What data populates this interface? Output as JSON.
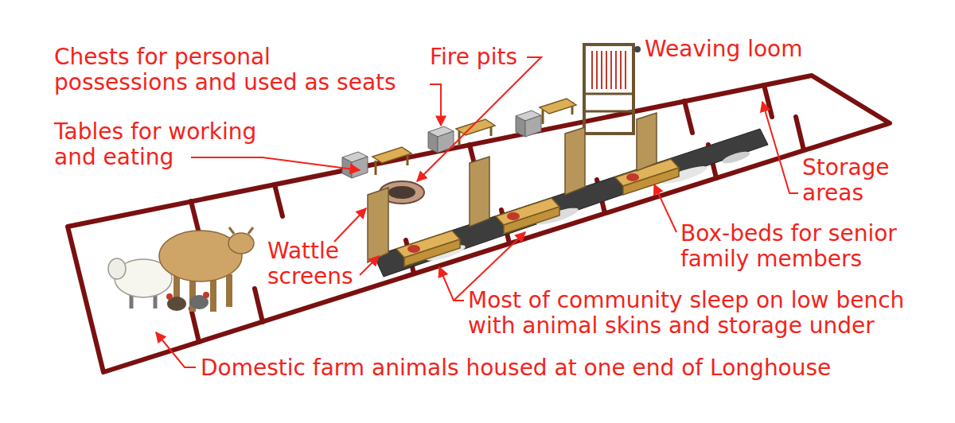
{
  "diagram": {
    "labels": [
      "Chests for personal possessions and used as seats",
      "Fire pits",
      "Weaving loom",
      "Tables for working and eating",
      "Storage areas",
      "Wattle screens",
      "Box-beds for senior family members",
      "Most of community sleep on low bench with animal skins and storage under",
      "Domestic farm animals housed at one end of Longhouse"
    ]
  }
}
